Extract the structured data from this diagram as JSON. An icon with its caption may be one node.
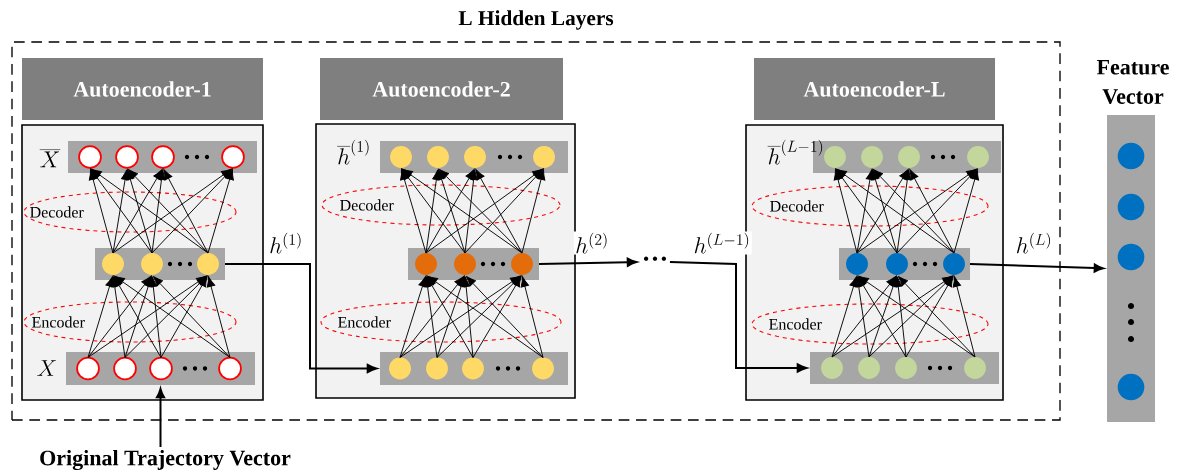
{
  "diagram": {
    "nodes": [
      {
        "text": [
          "L Hidden Layers"
        ]
      },
      {
        "text": [
          "Autoencoder-1"
        ],
        "in": 0
      },
      {
        "text": [],
        "shape": "box",
        "in": 0
      },
      {
        "text": [],
        "shape": "bar",
        "in": 2,
        "beside": [
          "\\overline{X}"
        ]
      },
      {
        "text": [
          "Decoder"
        ],
        "in": 2
      },
      {
        "text": [],
        "shape": "bar",
        "in": 2
      },
      {
        "text": [
          "Encoder"
        ],
        "in": 2
      },
      {
        "text": [],
        "shape": "bar",
        "in": 2,
        "beside": [
          "X"
        ]
      },
      {
        "text": [
          "Autoencoder-2"
        ],
        "in": 0
      },
      {
        "text": [],
        "shape": "box",
        "in": 0
      },
      {
        "text": [],
        "shape": "bar",
        "in": 9,
        "beside": [
          "\\overline{h}^{(1)}"
        ]
      },
      {
        "text": [
          "Decoder"
        ],
        "in": 9
      },
      {
        "text": [],
        "shape": "bar",
        "in": 9
      },
      {
        "text": [
          "Encoder"
        ],
        "in": 9
      },
      {
        "text": [],
        "shape": "bar",
        "in": 9
      },
      {
        "text": [
          "···"
        ],
        "in": 0
      },
      {
        "text": [
          "Autoencoder-L"
        ],
        "in": 0
      },
      {
        "text": [],
        "shape": "box",
        "in": 0
      },
      {
        "text": [],
        "shape": "bar",
        "in": 17,
        "beside": [
          "\\overline{h}^{(L-1)}"
        ]
      },
      {
        "text": [
          "Decoder"
        ],
        "in": 17
      },
      {
        "text": [],
        "shape": "bar",
        "in": 17
      },
      {
        "text": [
          "Encoder"
        ],
        "in": 17
      },
      {
        "text": [],
        "shape": "bar",
        "in": 17
      },
      {
        "text": [
          "Feature Vector"
        ]
      },
      {
        "text": [
          "Original Trajectory Vector"
        ]
      }
    ],
    "edges": [
      {
        "from": 24,
        "to": 7,
        "arrow": "to"
      },
      {
        "from": 5,
        "to": 14,
        "arrow": "to",
        "label": "h^{(1)}"
      },
      {
        "from": 12,
        "to": 15,
        "arrow": "to",
        "label": "h^{(2)}"
      },
      {
        "from": 15,
        "to": 22,
        "arrow": "to",
        "label": "h^{(L-1)}"
      },
      {
        "from": 20,
        "to": 23,
        "arrow": "to",
        "label": "h^{(L)}"
      }
    ]
  }
}
